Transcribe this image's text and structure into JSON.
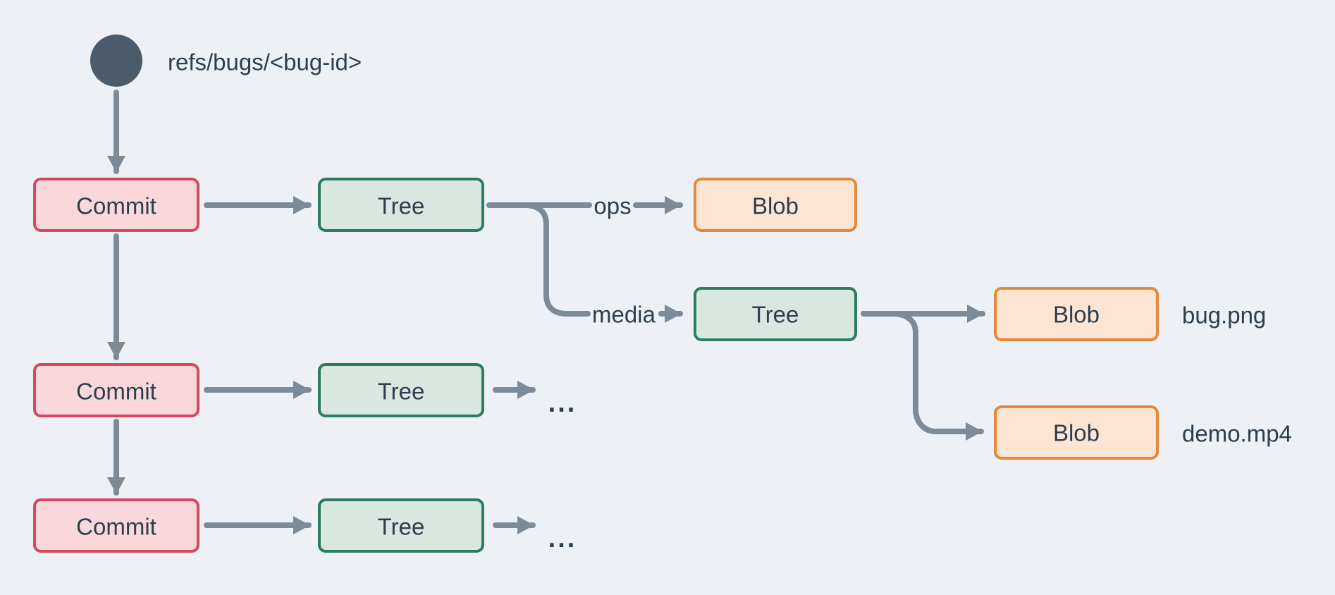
{
  "title": "Git object graph for bug refs",
  "colors": {
    "bg": "#edf1f5",
    "arrow": "#7d8b99",
    "circle": "#4a5c6c",
    "text": "#2e3e4e",
    "commit-fill": "#f9d7db",
    "commit-border": "#d34a60",
    "tree-fill": "#d8e7e0",
    "tree-border": "#2b7c60",
    "blob-fill": "#fce6d3",
    "blob-border": "#e6883b"
  },
  "ref": {
    "label": "refs/bugs/<bug-id>"
  },
  "nodes": {
    "commit1": {
      "label": "Commit"
    },
    "commit2": {
      "label": "Commit"
    },
    "commit3": {
      "label": "Commit"
    },
    "tree1": {
      "label": "Tree"
    },
    "tree2": {
      "label": "Tree"
    },
    "tree3": {
      "label": "Tree"
    },
    "tree4": {
      "label": "Tree"
    },
    "blob_ops": {
      "label": "Blob"
    },
    "blob_bug": {
      "label": "Blob"
    },
    "blob_demo": {
      "label": "Blob"
    }
  },
  "edge_labels": {
    "ops": "ops",
    "media": "media"
  },
  "file_labels": {
    "bug": "bug.png",
    "demo": "demo.mp4"
  },
  "ellipsis": "..."
}
